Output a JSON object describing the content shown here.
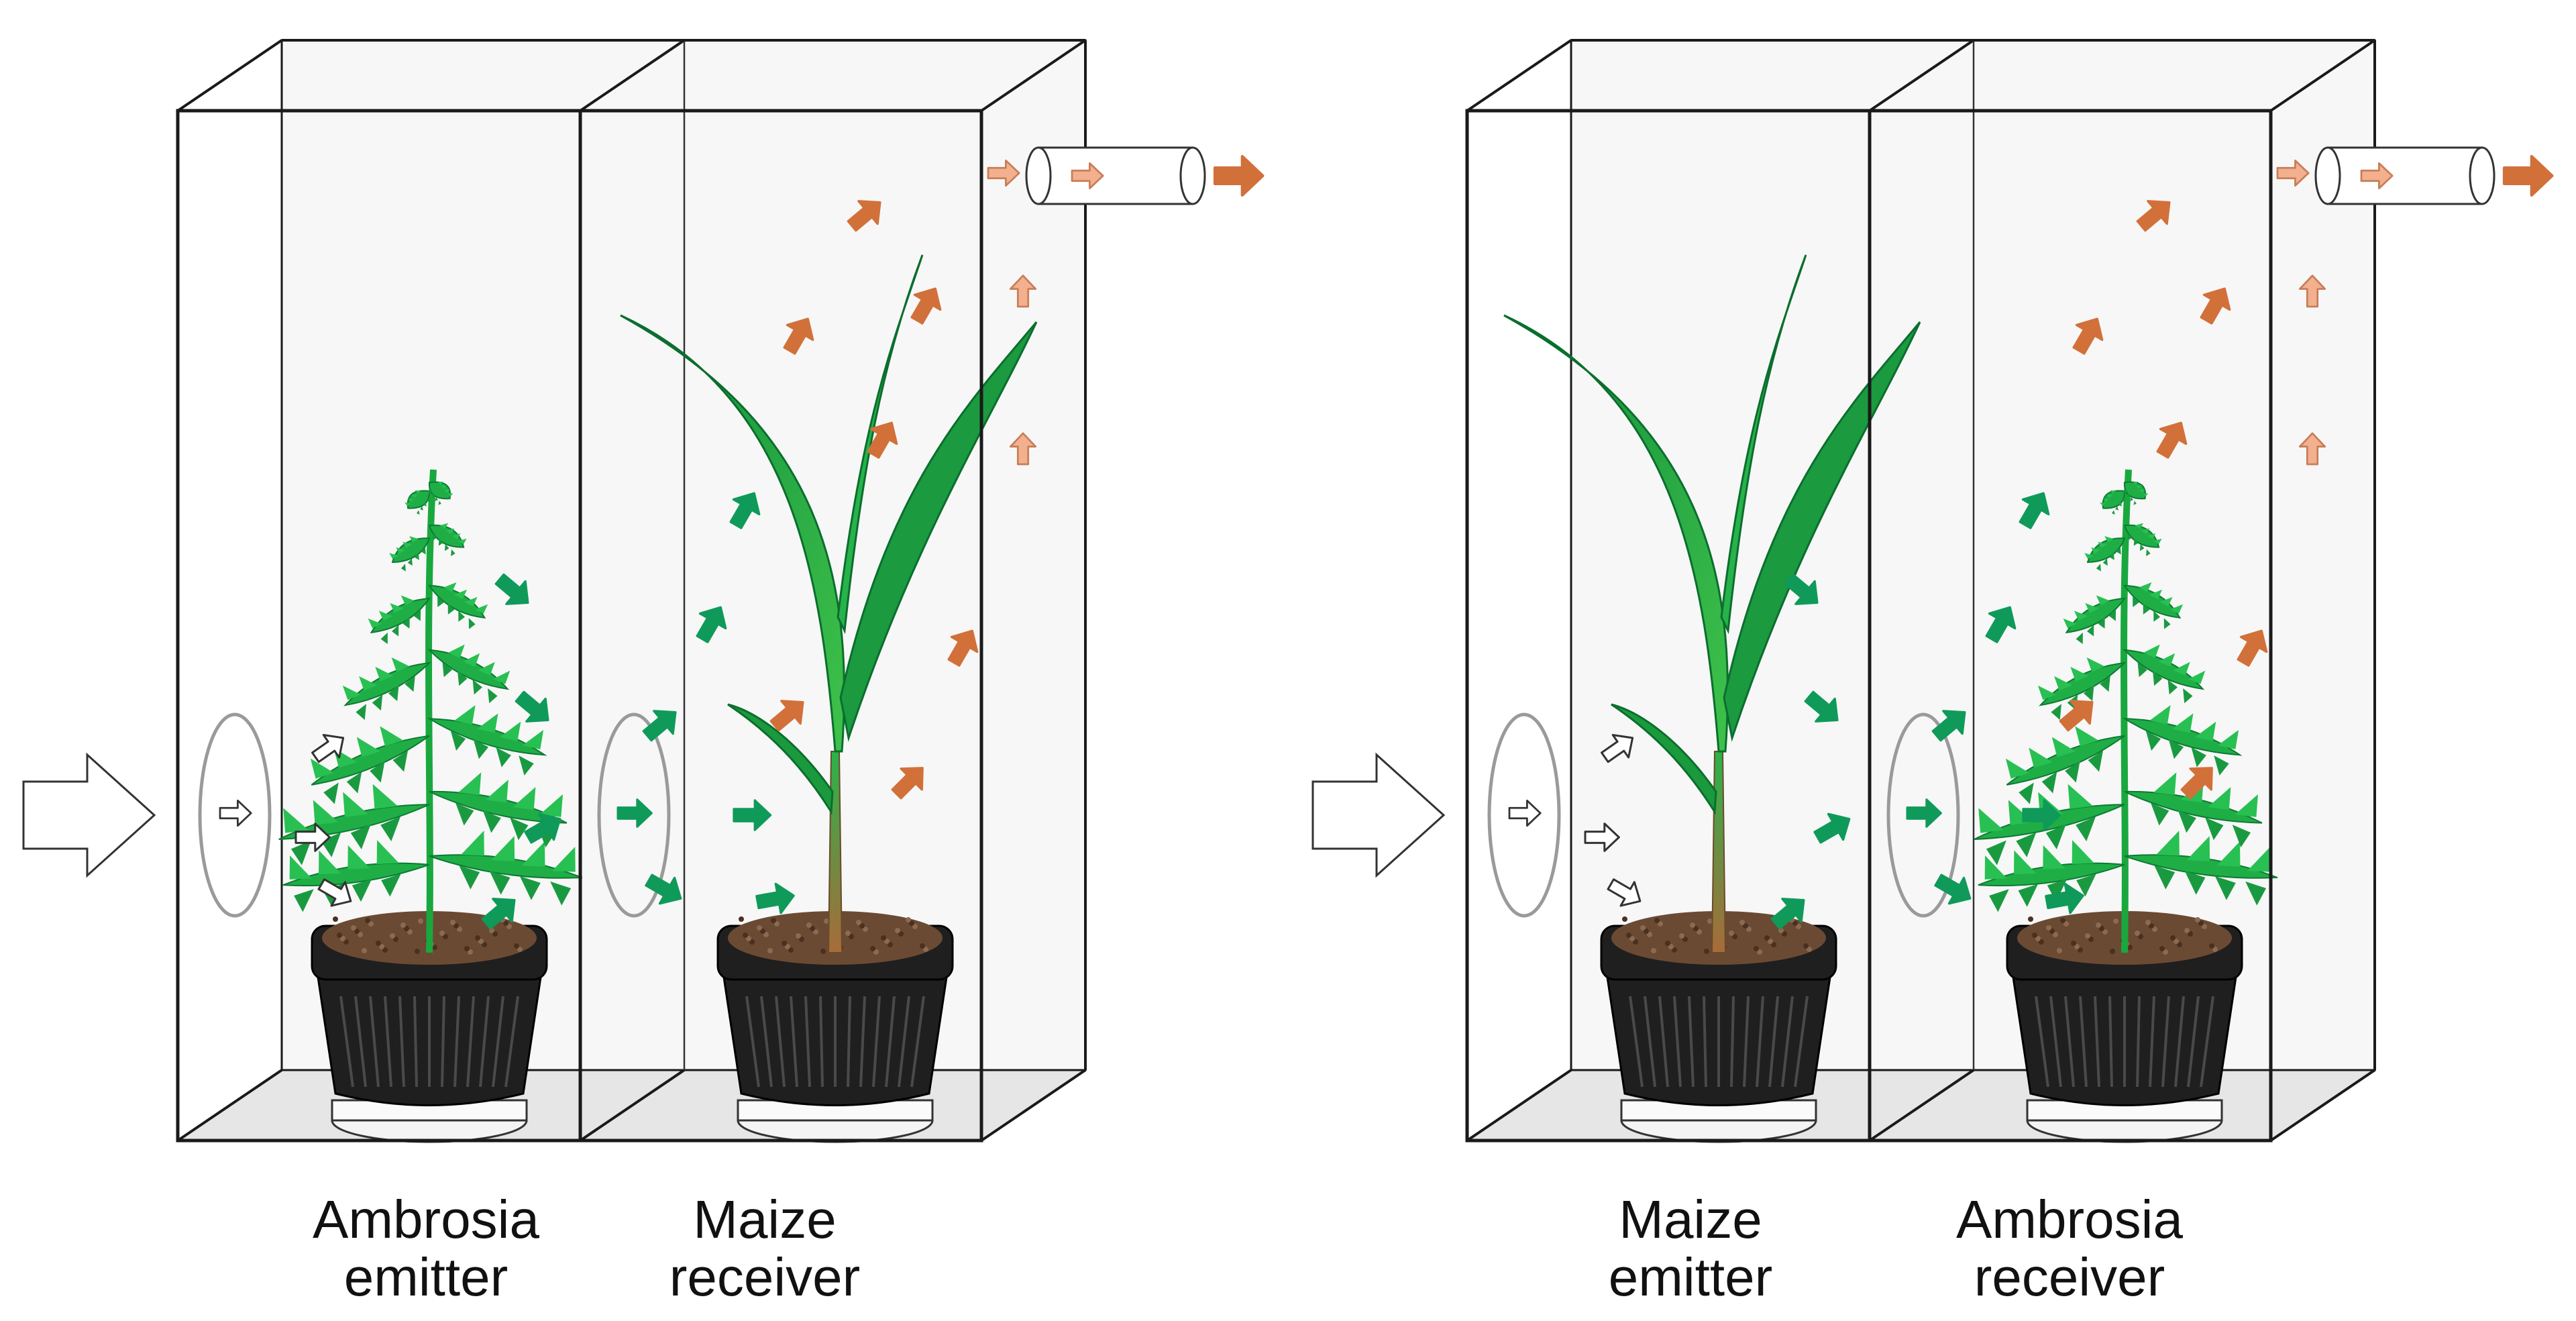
{
  "setups": [
    {
      "emitter": {
        "species": "Ambrosia",
        "role": "emitter",
        "plant": "ragweed"
      },
      "receiver": {
        "species": "Maize",
        "role": "receiver",
        "plant": "maize"
      }
    },
    {
      "emitter": {
        "species": "Maize",
        "role": "emitter",
        "plant": "maize"
      },
      "receiver": {
        "species": "Ambrosia",
        "role": "receiver",
        "plant": "ragweed"
      }
    }
  ],
  "colors": {
    "emitter_volatiles": "#0f9a5a",
    "receiver_volatiles": "#d2703a",
    "outflow_light": "#f2b08e",
    "clean_air": "#ffffff",
    "glass_outline": "#1a1a1a",
    "glass_fill": "#f7f7f7",
    "floor": "#e6e6e6",
    "pot": "#1f1f1f",
    "soil": "#6b4a34"
  },
  "icons": [
    "inflow-arrow-icon",
    "air-inlet-icon",
    "outlet-tube-icon",
    "volatile-arrow-icon"
  ]
}
